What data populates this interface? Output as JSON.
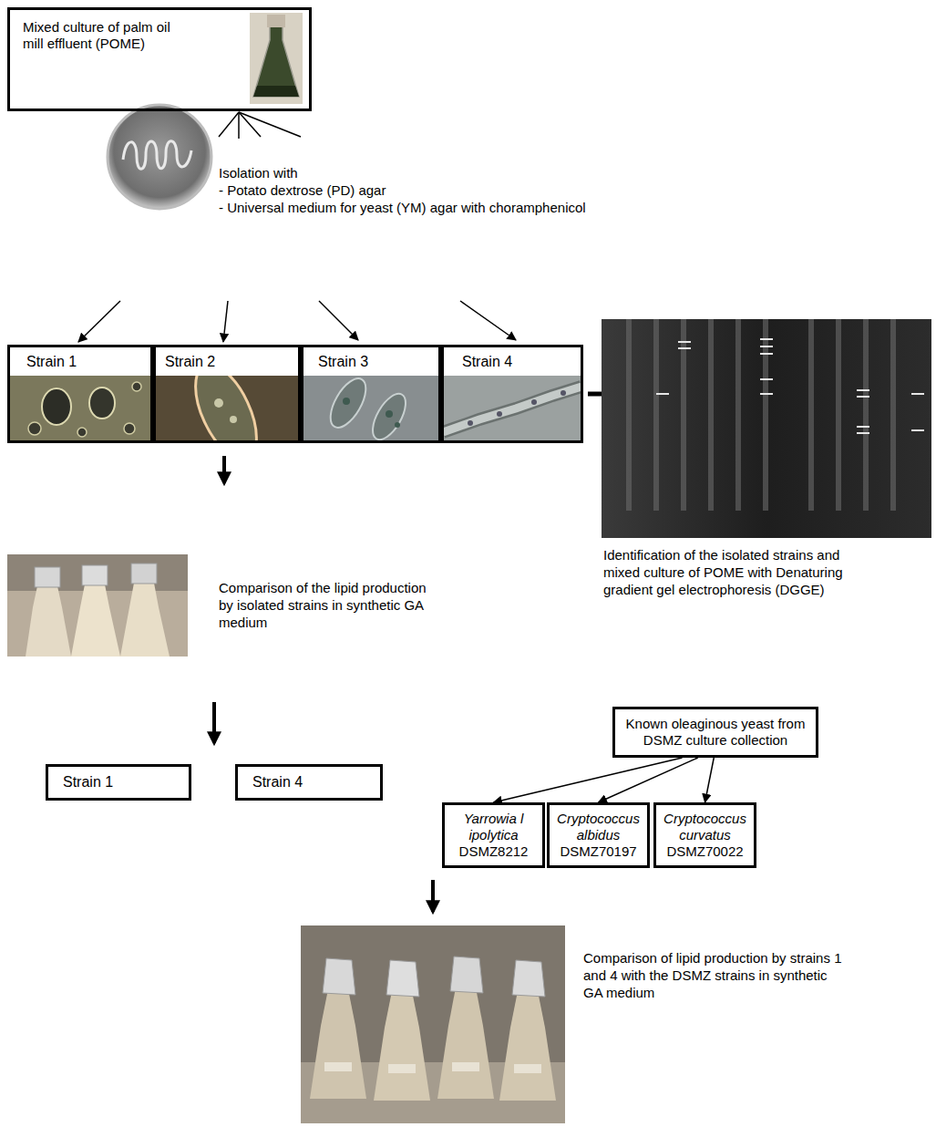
{
  "diagram": {
    "nodes": [
      {
        "text": [
          "Mixed culture of palm oil mill effluent (POME)"
        ]
      },
      {
        "text": [
          "Strain 1"
        ]
      },
      {
        "text": [
          "Strain 2"
        ]
      },
      {
        "text": [
          "Strain 3"
        ]
      },
      {
        "text": [
          "Strain 4"
        ]
      },
      {
        "text": [
          "Strain 1"
        ]
      },
      {
        "text": [
          "Strain 4"
        ]
      },
      {
        "text": [
          "Known oleaginous yeast from DSMZ culture collection"
        ]
      },
      {
        "text": [
          "Yarrowia l ipolytica",
          "DSMZ8212"
        ]
      },
      {
        "text": [
          "Cryptococcus albidus",
          "DSMZ70197"
        ]
      },
      {
        "text": [
          "Cryptococcus curvatus",
          "DSMZ70022"
        ]
      }
    ],
    "edges": [
      {
        "from": 7,
        "to": 8,
        "arrow": "to"
      },
      {
        "from": 7,
        "to": 9,
        "arrow": "to"
      },
      {
        "from": 7,
        "to": 10,
        "arrow": "to"
      }
    ],
    "labels": [
      "Isolation with",
      "- Potato dextrose (PD) agar",
      "- Universal medium for yeast (YM) agar with choramphenicol",
      "Comparison of the lipid production by isolated strains in synthetic GA medium",
      "Identification of the isolated strains and mixed culture of POME with Denaturing gradient gel electrophoresis (DGGE)",
      "Comparison of lipid production by strains 1 and 4 with the DSMZ strains in synthetic GA medium"
    ]
  }
}
